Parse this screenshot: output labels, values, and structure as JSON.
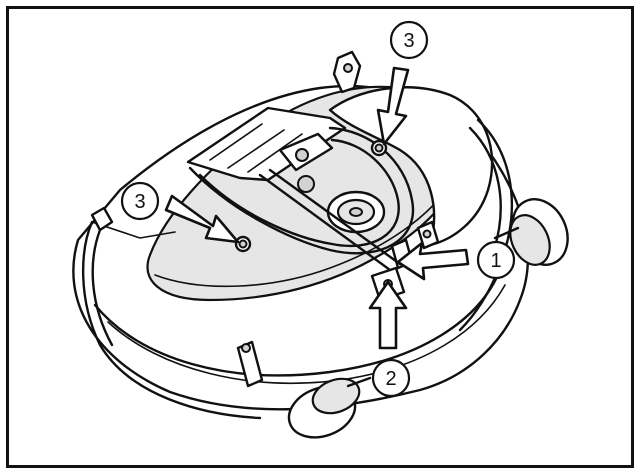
{
  "figure": {
    "callouts": [
      {
        "id": "callout-1",
        "label": "1"
      },
      {
        "id": "callout-2",
        "label": "2"
      },
      {
        "id": "callout-3-top",
        "label": "3"
      },
      {
        "id": "callout-3-left",
        "label": "3"
      }
    ],
    "colors": {
      "line": "#111111",
      "panel": "#e6e6e6",
      "background": "#ffffff"
    }
  }
}
